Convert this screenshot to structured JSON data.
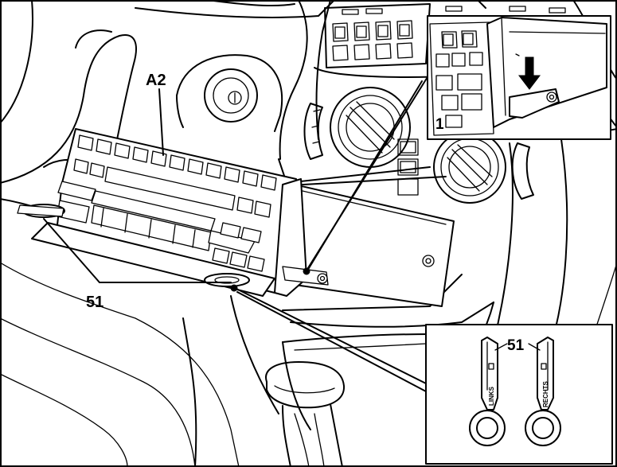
{
  "labels": {
    "radio": "A2",
    "tool": "51",
    "detail": "1",
    "tool_detail": "51",
    "left_key": "LINKS",
    "right_key": "RECHTS"
  },
  "icons": {
    "arrow": "arrow-down-icon"
  }
}
